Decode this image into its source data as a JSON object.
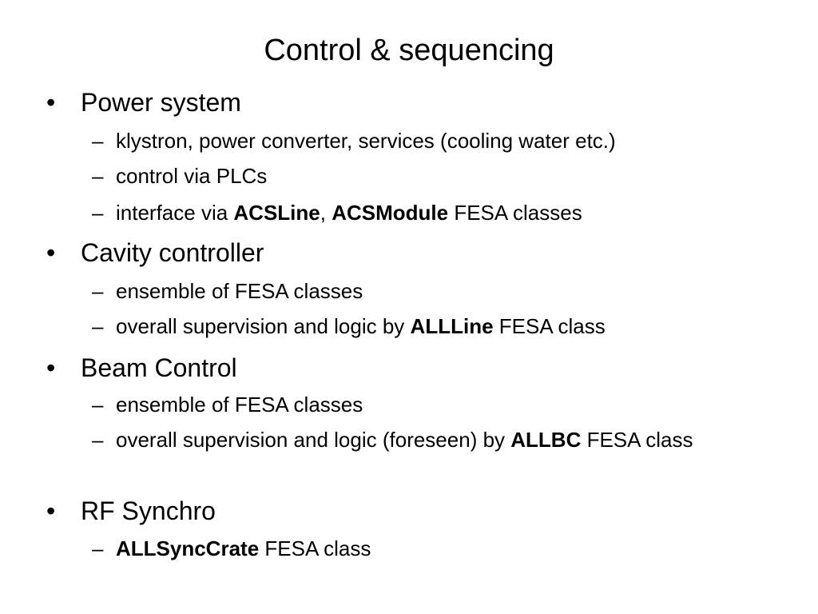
{
  "slide": {
    "title": "Control & sequencing",
    "bullet_glyph": "•",
    "dash_glyph": "–",
    "sections": [
      {
        "heading": "Power system",
        "items": [
          {
            "segments": [
              {
                "text": "klystron, power converter, services (cooling water etc.)",
                "bold": false
              }
            ]
          },
          {
            "segments": [
              {
                "text": "control via PLCs",
                "bold": false
              }
            ]
          },
          {
            "segments": [
              {
                "text": "interface via ",
                "bold": false
              },
              {
                "text": "ACSLine",
                "bold": true
              },
              {
                "text": ", ",
                "bold": false
              },
              {
                "text": "ACSModule",
                "bold": true
              },
              {
                "text": " FESA classes",
                "bold": false
              }
            ]
          }
        ]
      },
      {
        "heading": "Cavity controller",
        "items": [
          {
            "segments": [
              {
                "text": "ensemble of FESA classes",
                "bold": false
              }
            ]
          },
          {
            "segments": [
              {
                "text": "overall supervision and logic by ",
                "bold": false
              },
              {
                "text": "ALLLine",
                "bold": true
              },
              {
                "text": " FESA class",
                "bold": false
              }
            ]
          }
        ]
      },
      {
        "heading": "Beam Control",
        "items": [
          {
            "segments": [
              {
                "text": "ensemble of FESA classes",
                "bold": false
              }
            ]
          },
          {
            "segments": [
              {
                "text": "overall supervision and logic (foreseen) by ",
                "bold": false
              },
              {
                "text": "ALLBC",
                "bold": true
              },
              {
                "text": " FESA class",
                "bold": false
              }
            ]
          }
        ]
      },
      {
        "heading": "RF Synchro",
        "items": [
          {
            "segments": [
              {
                "text": "ALLSyncCrate",
                "bold": true
              },
              {
                "text": " FESA class",
                "bold": false
              }
            ]
          }
        ]
      }
    ]
  }
}
